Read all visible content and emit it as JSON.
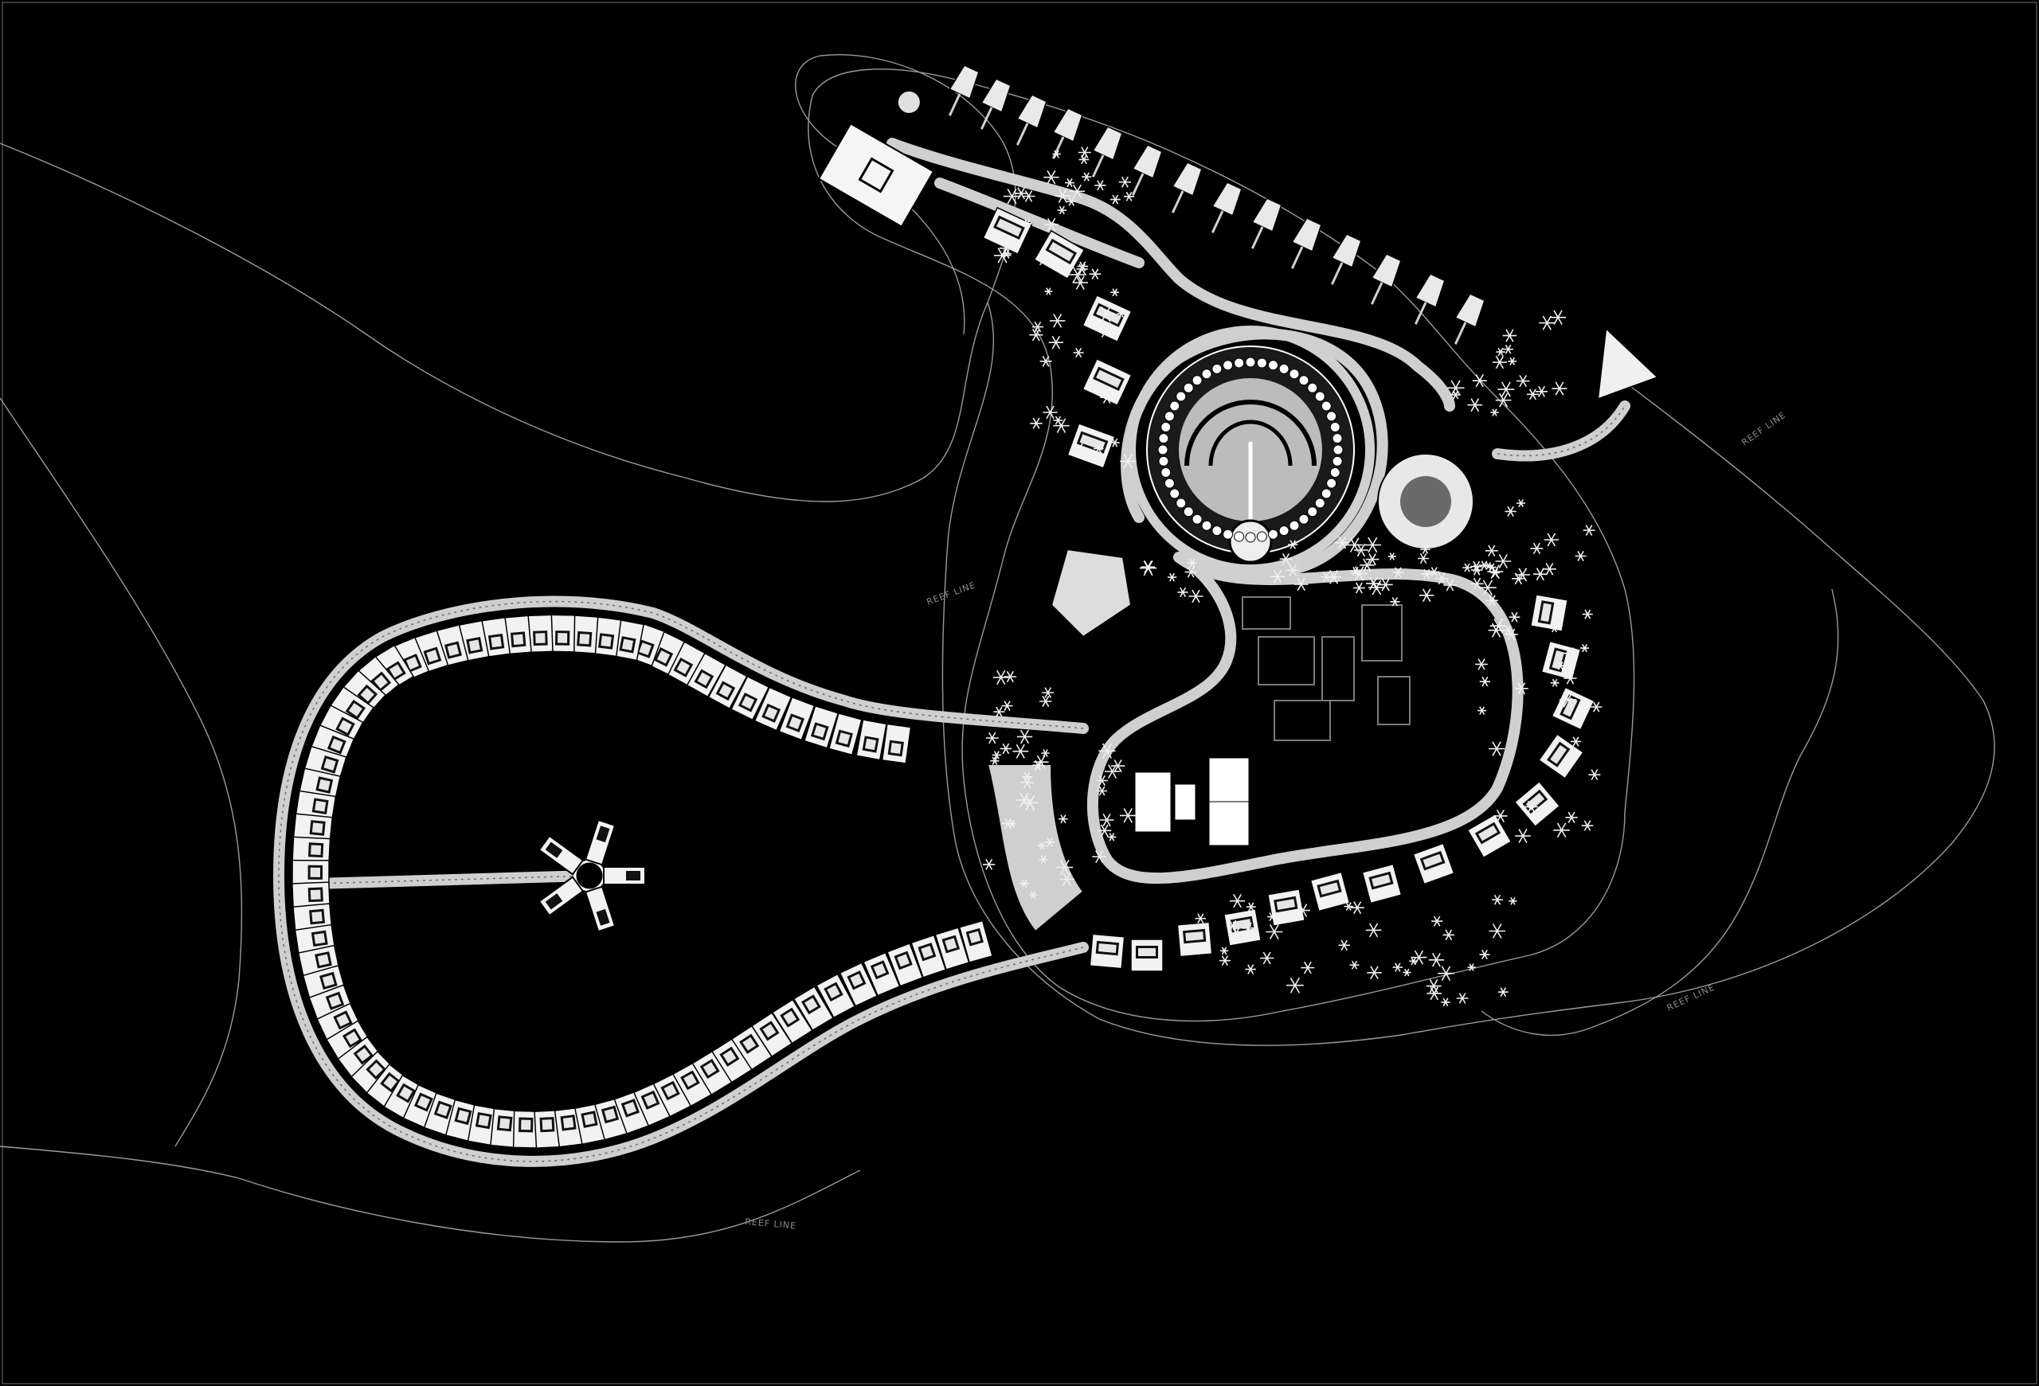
{
  "labels": {
    "reef_line_1": "REEF LINE",
    "reef_line_2": "REEF LINE",
    "reef_line_3": "REEF LINE",
    "reef_line_4": "REEF LINE"
  },
  "colors": {
    "background": "#000000",
    "linework": "#ffffff",
    "walkway": "#cfcfcf",
    "reef": "#9a9a9a"
  }
}
